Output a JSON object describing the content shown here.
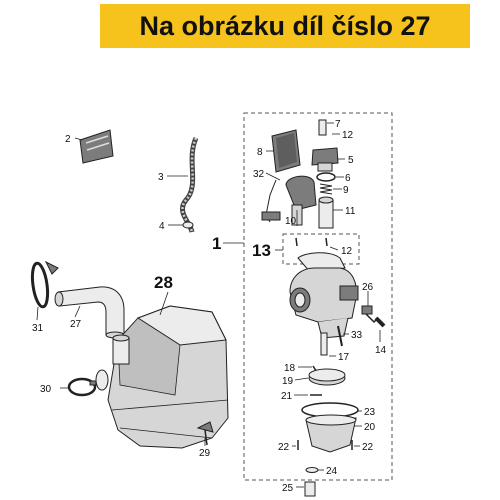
{
  "banner": {
    "text": "Na obrázku díl číslo 27",
    "color": "#f6c21c"
  },
  "callouts": {
    "c1": "1",
    "c2": "2",
    "c3": "3",
    "c4": "4",
    "c5": "5",
    "c6": "6",
    "c7": "7",
    "c8": "8",
    "c9": "9",
    "c10": "10",
    "c11": "11",
    "c12a": "12",
    "c12b": "12",
    "c13": "13",
    "c14": "14",
    "c17": "17",
    "c18": "18",
    "c19": "19",
    "c20": "20",
    "c21": "21",
    "c22a": "22",
    "c22b": "22",
    "c23": "23",
    "c24": "24",
    "c25": "25",
    "c26": "26",
    "c27": "27",
    "c28": "28",
    "c29": "29",
    "c30": "30",
    "c31": "31",
    "c32": "32",
    "c33": "33"
  }
}
